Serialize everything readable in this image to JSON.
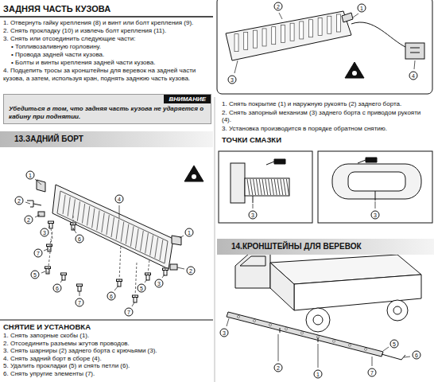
{
  "diagram": {
    "nodes": [
      {
        "text": [
          "ВНИМАНИЕ",
          "Убедиться в том, что задняя часть кузова не ударяется о кабину при поднятии."
        ]
      },
      {
        "text": [
          "13.ЗАДНИЙ БОРТ"
        ]
      },
      {
        "text": [
          "14.КРОНШТЕЙНЫ ДЛЯ ВЕРЕВОК"
        ]
      }
    ],
    "labels": [
      "ЗАДНЯЯ ЧАСТЬ КУЗОВА",
      "1. Отвернуть гайку крепления (8) и винт или болт крепления (9).",
      "2. Снять прокладку (10) и извлечь болт крепления (11).",
      "3. Снять или отсоединить следующие части:",
      "• Топливозаливную горловину.",
      "• Провода задней части кузова.",
      "• Болты и винты крепления задней части кузова.",
      "4. Подцепить тросы за кронштейны для веревок на задней части кузова, а затем, используя кран, поднять заднюю часть кузова.",
      "1",
      "2",
      "2",
      "3",
      "7",
      "5",
      "6",
      "6",
      "7",
      "4",
      "1",
      "2",
      "3",
      "5",
      "6",
      "7",
      "СНЯТИЕ И УСТАНОВКА",
      "1. Снять запорные скобы (1).",
      "2. Отсоединить разъемы жгутов проводов.",
      "3. Снять шарниры (2) заднего борта с крючьями (3).",
      "4. Снять задний борт в сборе (4).",
      "5. Удалить прокладки (5) и снять петли (6).",
      "6. Снять упругие элементы (7).",
      "2",
      "1",
      "3",
      "4",
      "1. Снять покрытие (1) и наружную рукоять (2) заднего борта.",
      "2. Снять запорный механизм (3) заднего борта с приводом рукояти (4).",
      "3. Установка производится в порядке обратном снятию.",
      "ТОЧКИ СМАЗКИ",
      "3",
      "3",
      "3",
      "2",
      "1",
      "5",
      "6",
      "7"
    ]
  }
}
